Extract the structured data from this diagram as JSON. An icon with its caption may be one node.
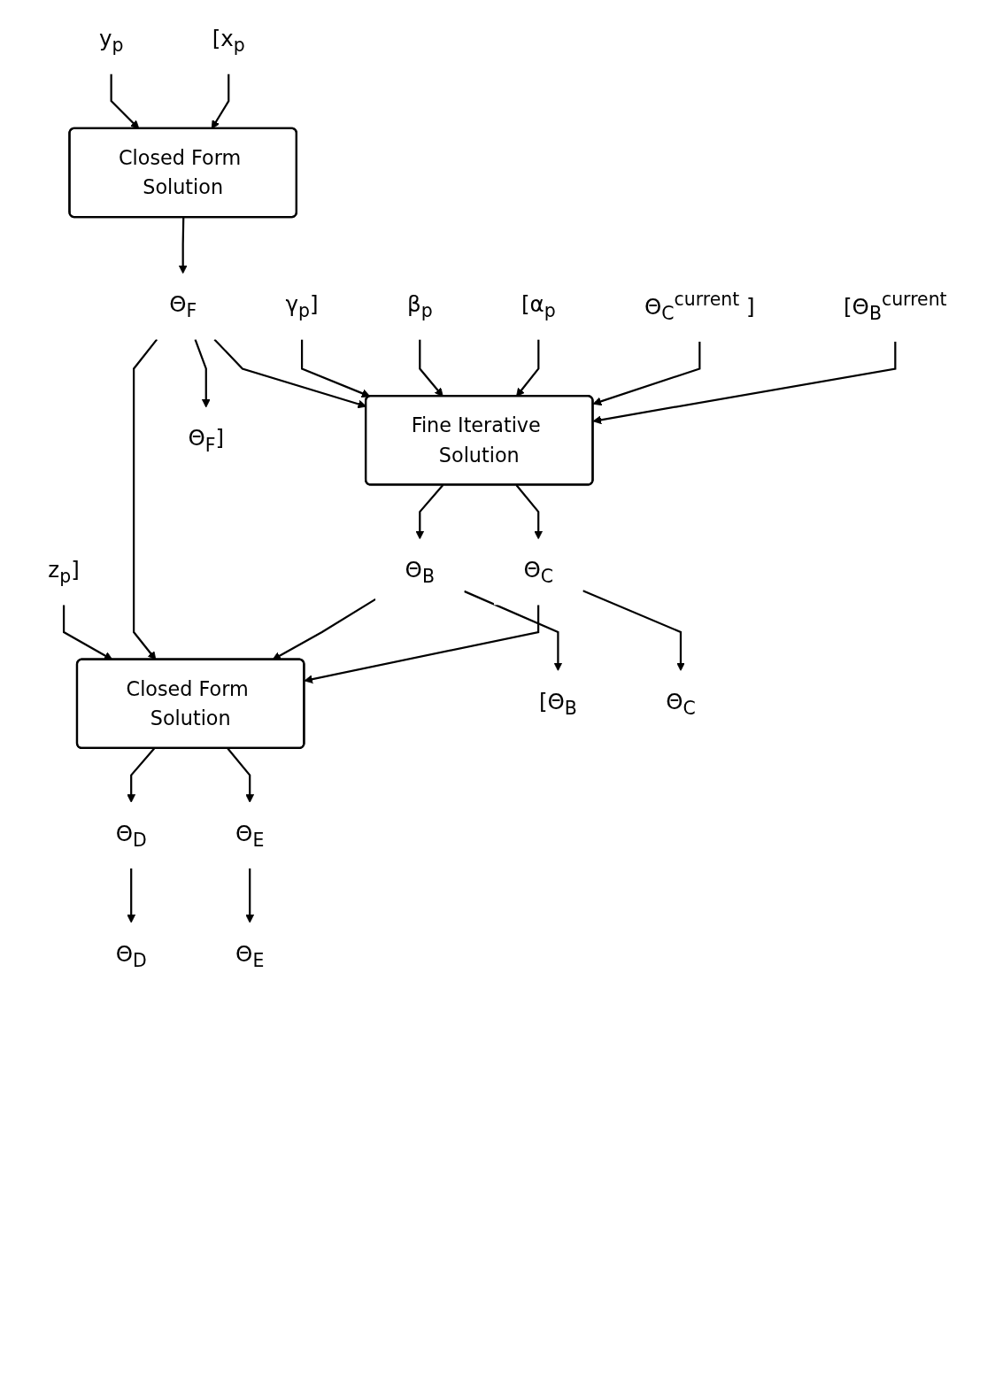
{
  "diagram": {
    "nodes": [
      {
        "text": [
          "[Θ$_{B}$$^{current}$"
        ]
      },
      {
        "text": [
          "Θ$_{C}$$^{current}$ ]"
        ]
      },
      {
        "text": [
          "[α$_{p}$"
        ]
      },
      {
        "text": [
          "β$_{p}$"
        ]
      },
      {
        "text": [
          "γ$_{p}$]"
        ]
      },
      {
        "text": [
          "[x$_{p}$"
        ]
      },
      {
        "text": [
          "y$_{p}$"
        ]
      },
      {
        "text": [
          "z$_{p}$]"
        ]
      },
      {
        "text": [
          "Closed Form Solution"
        ]
      },
      {
        "text": [
          "Θ$_{F}$"
        ]
      },
      {
        "text": [
          "Fine Iterative Solution"
        ]
      },
      {
        "text": [
          "Θ$_{B}$"
        ]
      },
      {
        "text": [
          "Θ$_{C}$"
        ]
      },
      {
        "text": [
          "Closed Form Solution"
        ]
      },
      {
        "text": [
          "Θ$_{D}$"
        ]
      },
      {
        "text": [
          "Θ$_{E}$"
        ]
      },
      {
        "text": [
          "[Θ$_{B}$"
        ]
      },
      {
        "text": [
          "Θ$_{C}$"
        ]
      },
      {
        "text": [
          "Θ$_{D}$"
        ]
      },
      {
        "text": [
          "Θ$_{E}$"
        ]
      },
      {
        "text": [
          "Θ$_{F}$]"
        ]
      }
    ],
    "edges": [
      {
        "from": 5,
        "to": 8,
        "arrow": "to"
      },
      {
        "from": 6,
        "to": 8,
        "arrow": "to"
      },
      {
        "from": 8,
        "to": 9,
        "arrow": "to"
      },
      {
        "from": 0,
        "to": 10,
        "arrow": "to"
      },
      {
        "from": 1,
        "to": 10,
        "arrow": "to"
      },
      {
        "from": 2,
        "to": 10,
        "arrow": "to"
      },
      {
        "from": 3,
        "to": 10,
        "arrow": "to"
      },
      {
        "from": 4,
        "to": 10,
        "arrow": "to"
      },
      {
        "from": 9,
        "to": 10,
        "arrow": "to"
      },
      {
        "from": 10,
        "to": 11,
        "arrow": "to"
      },
      {
        "from": 10,
        "to": 12,
        "arrow": "to"
      },
      {
        "from": 12,
        "to": 13,
        "arrow": "to"
      },
      {
        "from": 11,
        "to": 13,
        "arrow": "to"
      },
      {
        "from": 9,
        "to": 13,
        "arrow": "to"
      },
      {
        "from": 7,
        "to": 13,
        "arrow": "to"
      },
      {
        "from": 13,
        "to": 14,
        "arrow": "to"
      },
      {
        "from": 13,
        "to": 15,
        "arrow": "to"
      },
      {
        "from": 11,
        "to": 16,
        "arrow": "to"
      },
      {
        "from": 12,
        "to": 17,
        "arrow": "to"
      },
      {
        "from": 14,
        "to": 18,
        "arrow": "to"
      },
      {
        "from": 15,
        "to": 19,
        "arrow": "to"
      },
      {
        "from": 9,
        "to": 20,
        "arrow": "to"
      }
    ]
  }
}
